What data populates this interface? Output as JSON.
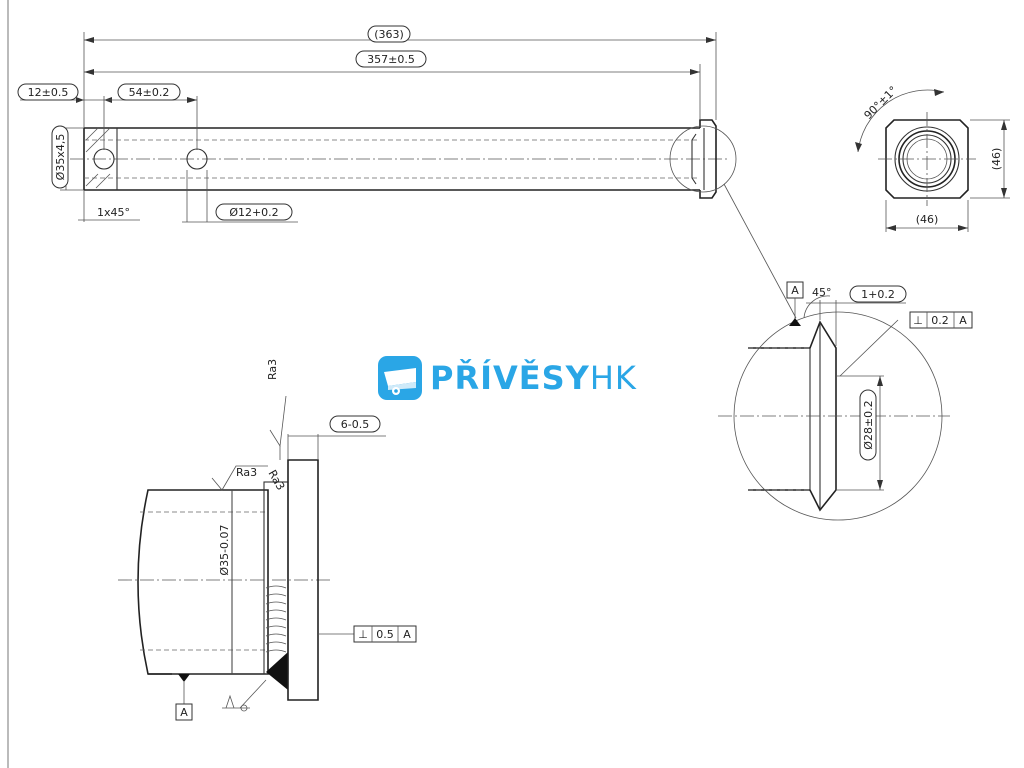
{
  "drawing": {
    "dims": {
      "overall": "(363)",
      "length": "357±0.5",
      "end_offset": "12±0.5",
      "hole_pos": "54±0.2",
      "shaft_dia": "Ø35x4,5",
      "chamfer": "1x45°",
      "hole_dia": "Ø12+0.2",
      "angle": "90°±1°",
      "height": "(46)",
      "width": "(46)",
      "detail_angle": "45°",
      "detail_step": "1+0.2",
      "detail_dia": "Ø28±0.2",
      "flange_thk": "6-0.5",
      "section_dia": "Ø35-0.07"
    },
    "datum": "A",
    "tolerance_detail": {
      "symbol": "⊥",
      "value": "0.2",
      "ref": "A"
    },
    "tolerance_section": {
      "symbol": "⊥",
      "value": "0.5",
      "ref": "A"
    },
    "roughness": [
      "Ra3",
      "Ra3",
      "Ra3"
    ]
  },
  "logo": {
    "bold": "PŘÍVĚSY",
    "light": "HK",
    "color": "#2aa6e6"
  }
}
